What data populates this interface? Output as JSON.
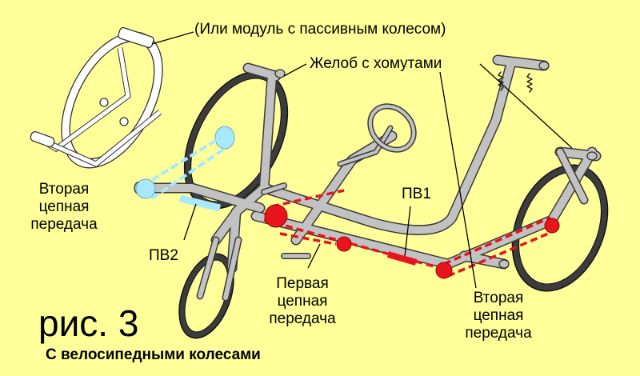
{
  "labels": {
    "passive_wheel_module": "(Или модуль с пассивным колесом)",
    "trough_with_clamps": "Желоб с хомутами",
    "second_chain_left": [
      "Вторая",
      "цепная",
      "передача"
    ],
    "pv2": "ПВ2",
    "pv1": "ПВ1",
    "first_chain": [
      "Первая",
      "цепная",
      "передача"
    ],
    "second_chain_right": [
      "Вторая",
      "цепная",
      "передача"
    ]
  },
  "figure_number": "рис. 3",
  "caption": "С велосипедными колесами",
  "colors": {
    "background": "#ffff9a",
    "frame": "#c2c2c2",
    "frame_outline": "#3a3a3a",
    "tire": "#3c3c3c",
    "chain": "#e8141e",
    "highlight": "#a8e8ff",
    "white_module": "#ffffff"
  }
}
